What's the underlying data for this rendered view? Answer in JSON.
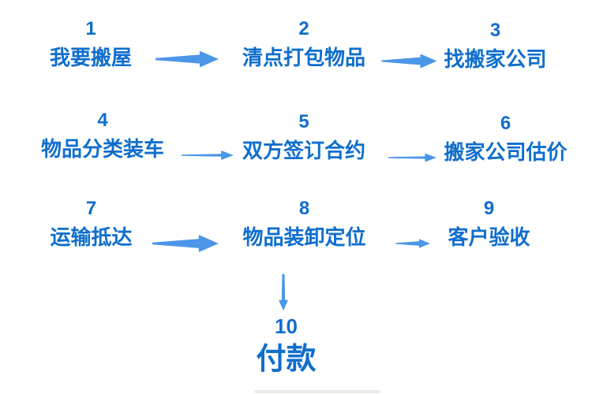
{
  "diagram": {
    "type": "flowchart",
    "subject": "moving-house-process",
    "steps": [
      {
        "number": "1",
        "label": "我要搬屋"
      },
      {
        "number": "2",
        "label": "清点打包物品"
      },
      {
        "number": "3",
        "label": "找搬家公司"
      },
      {
        "number": "4",
        "label": "物品分类装车"
      },
      {
        "number": "5",
        "label": "双方签订合约"
      },
      {
        "number": "6",
        "label": "搬家公司估价"
      },
      {
        "number": "7",
        "label": "运输抵达"
      },
      {
        "number": "8",
        "label": "物品装卸定位"
      },
      {
        "number": "9",
        "label": "客户验收"
      },
      {
        "number": "10",
        "label": "付款"
      }
    ],
    "connections": [
      "1→2",
      "2→3",
      "4→5",
      "5→6",
      "7→8",
      "8→9",
      "8→10"
    ]
  },
  "colors": {
    "text_blue": "#0f6ecd",
    "arrow_blue": "#4c96e8",
    "background": "#ffffff"
  }
}
